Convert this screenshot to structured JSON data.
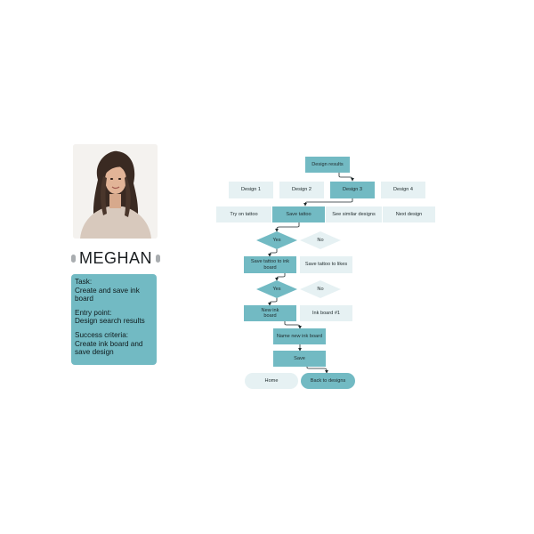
{
  "persona": {
    "name": "MEGHAN",
    "task_label": "Task:",
    "task_value": "Create and save ink board",
    "entry_label": "Entry point:",
    "entry_value": "Design search results",
    "success_label": "Success criteria:",
    "success_value": "Create ink board and save design"
  },
  "flow": {
    "design_results": "Design results",
    "design_1": "Design 1",
    "design_2": "Design 2",
    "design_3": "Design 3",
    "design_4": "Design 4",
    "try_on_tattoo": "Try on tattoo",
    "save_tattoo": "Save tattoo",
    "see_similar": "See similar designs",
    "next_design": "Next design",
    "yes_1": "Yes",
    "no_1": "No",
    "save_to_ink_board": "Save tattoo to ink board",
    "save_to_likes": "Save tattoo to likes",
    "yes_2": "Yes",
    "no_2": "No",
    "new_ink_board": "New ink board",
    "ink_board_1": "Ink board #1",
    "name_new_ink_board": "Name new ink board",
    "save": "Save",
    "home": "Home",
    "back_to_designs": "Back to designs"
  },
  "colors": {
    "teal": "#72bac3",
    "light": "#e6f1f3",
    "connector": "#1f2a2c"
  }
}
